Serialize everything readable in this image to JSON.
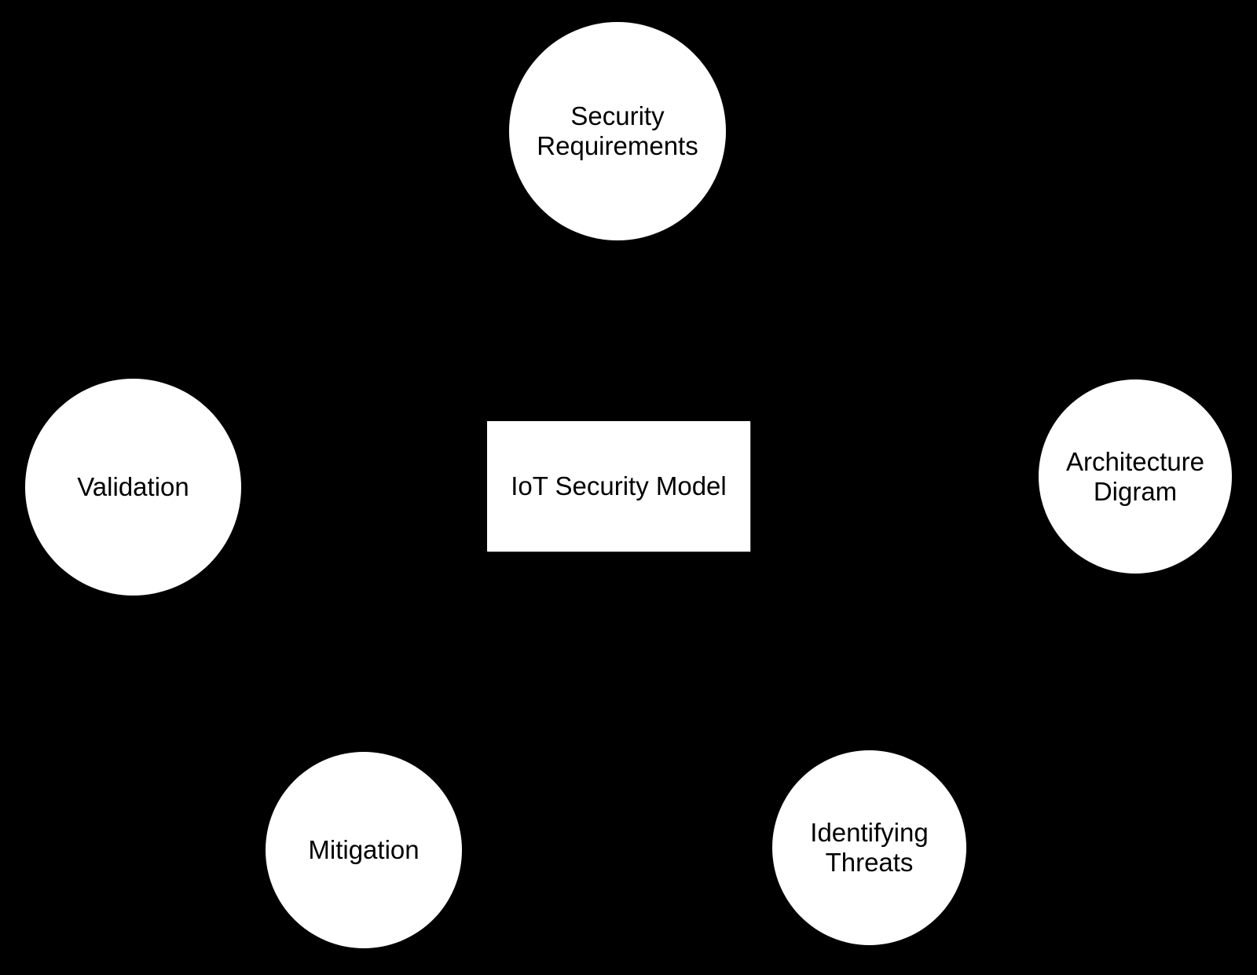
{
  "diagram": {
    "background_color": "#000000",
    "shape_fill_color": "#ffffff",
    "shape_text_color": "#000000",
    "center_node": {
      "label": "IoT Security Model"
    },
    "nodes": [
      {
        "id": "security-requirements",
        "lines": [
          "Security",
          "Requirements"
        ]
      },
      {
        "id": "architecture-digram",
        "lines": [
          "Architecture",
          "Digram"
        ]
      },
      {
        "id": "identifying-threats",
        "lines": [
          "Identifying",
          "Threats"
        ]
      },
      {
        "id": "mitigation",
        "lines": [
          "Mitigation"
        ]
      },
      {
        "id": "validation",
        "lines": [
          "Validation"
        ]
      }
    ]
  }
}
